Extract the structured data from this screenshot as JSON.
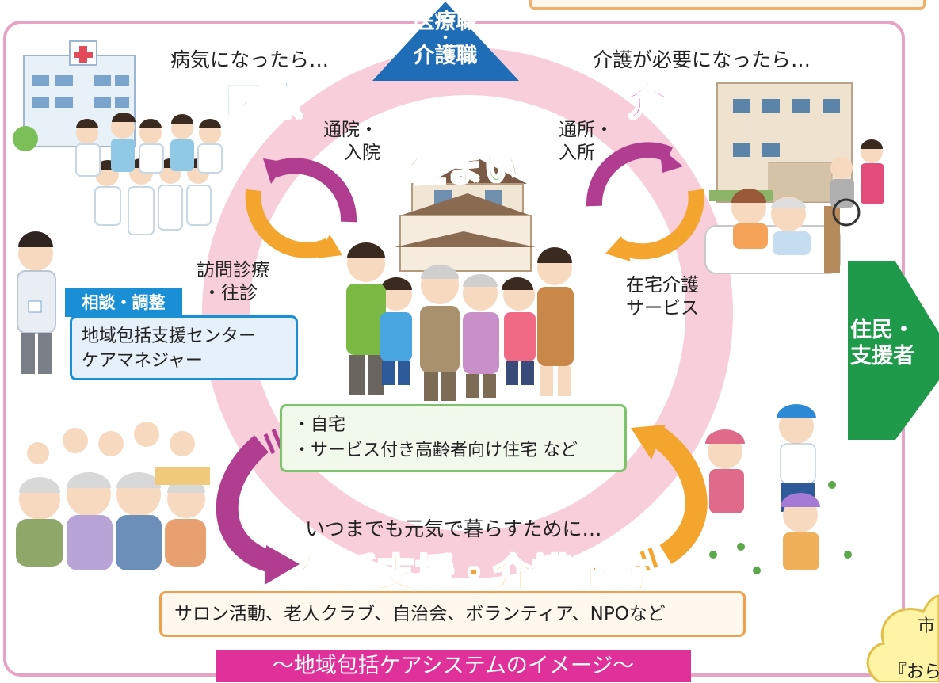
{
  "top_triangle": {
    "line1": "医療職",
    "dot": "・",
    "line2": "介護職",
    "color": "#1f6db7"
  },
  "medical": {
    "caption": "病気になったら…",
    "title": "医療",
    "color": "#1a8fd6"
  },
  "care": {
    "caption": "介護が必要になったら…",
    "title": "介護",
    "color": "#e0309a"
  },
  "housing": {
    "title": "住まい",
    "color": "#4caf3c"
  },
  "flows": {
    "hospital_visit_1": "通院・",
    "hospital_visit_2": "入院",
    "facility_visit_1": "通所・",
    "facility_visit_2": "入所",
    "home_medical_1": "訪問診療",
    "home_medical_2": "・往診",
    "home_care_1": "在宅介護",
    "home_care_2": "サービス"
  },
  "consult": {
    "tag": "相談・調整",
    "line1": "地域包括支援センター",
    "line2": "ケアマネジャー",
    "tag_color": "#1a8fd6",
    "box_color": "#e6f0fa"
  },
  "housing_box": {
    "line1": "・自宅",
    "line2": "・サービス付き高齢者向け住宅 など",
    "border": "#7cc36a"
  },
  "residents_arrow": {
    "line1": "住民・",
    "line2": "支援者",
    "color": "#1f9a4a"
  },
  "prevention": {
    "caption": "いつまでも元気で暮らすために…",
    "title": "生活支援・介護予防",
    "color": "#f2a53a"
  },
  "activities": {
    "text": "サロン活動、老人クラブ、自治会、ボランティア、NPOなど",
    "border": "#f0a04a",
    "bg": "#fff8ee"
  },
  "footer": {
    "title": "～地域包括ケアシステムのイメージ～",
    "bg": "#e0309a"
  },
  "side_note": {
    "line1": "市",
    "line2": "『おら"
  },
  "ring_color": "#f6c6d4",
  "arrow_colors": {
    "purple": "#b03d8f",
    "orange": "#f3a52d"
  }
}
